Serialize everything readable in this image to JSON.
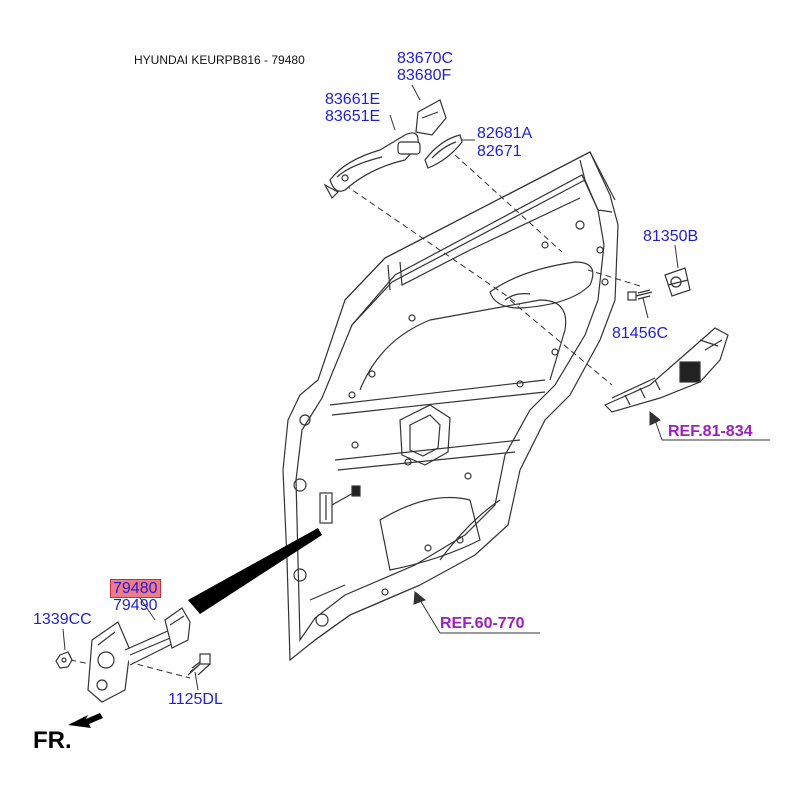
{
  "title": "HYUNDAI KEURPB816 - 79480",
  "front_label": "FR.",
  "parts": {
    "p83670C": "83670C",
    "p83680F": "83680F",
    "p83661E": "83661E",
    "p83651E": "83651E",
    "p82681A": "82681A",
    "p82671": "82671",
    "p81350B": "81350B",
    "p81456C": "81456C",
    "p79480": "79480",
    "p79490": "79490",
    "p1339CC": "1339CC",
    "p1125DL": "1125DL"
  },
  "refs": {
    "ref81": "REF.81-834",
    "ref60": "REF.60-770"
  },
  "highlighted_part": "79480",
  "colors": {
    "part_label": "#1f1fd6",
    "ref_label": "#9b1fbf",
    "highlight_fill": "#f07a86",
    "line": "#333333"
  }
}
